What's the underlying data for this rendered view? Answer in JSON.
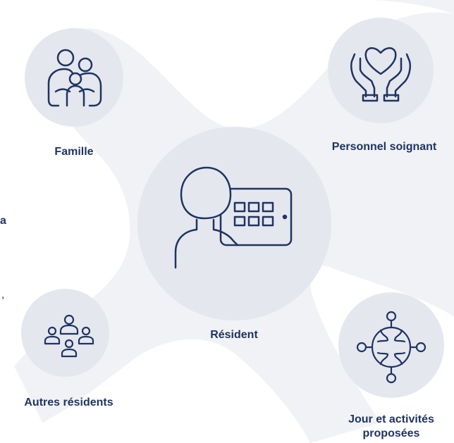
{
  "colors": {
    "navy": "#1e3462",
    "circle_fill": "#e5e7ee",
    "connector_fill": "#f1f2f6",
    "background": "#ffffff"
  },
  "nodes": {
    "famille": {
      "label": "Famille",
      "icon": "family-icon"
    },
    "personnel": {
      "label": "Personnel soignant",
      "icon": "caring-hands-icon"
    },
    "resident": {
      "label": "Résident",
      "icon": "resident-tablet-icon"
    },
    "autres": {
      "label": "Autres résidents",
      "icon": "group-people-icon"
    },
    "jour": {
      "label_line1": "Jour et activités",
      "label_line2": "proposées",
      "icon": "puzzle-circle-icon"
    }
  },
  "clipped_side_text": {
    "fragment_1": "a",
    "fragment_2": ","
  }
}
